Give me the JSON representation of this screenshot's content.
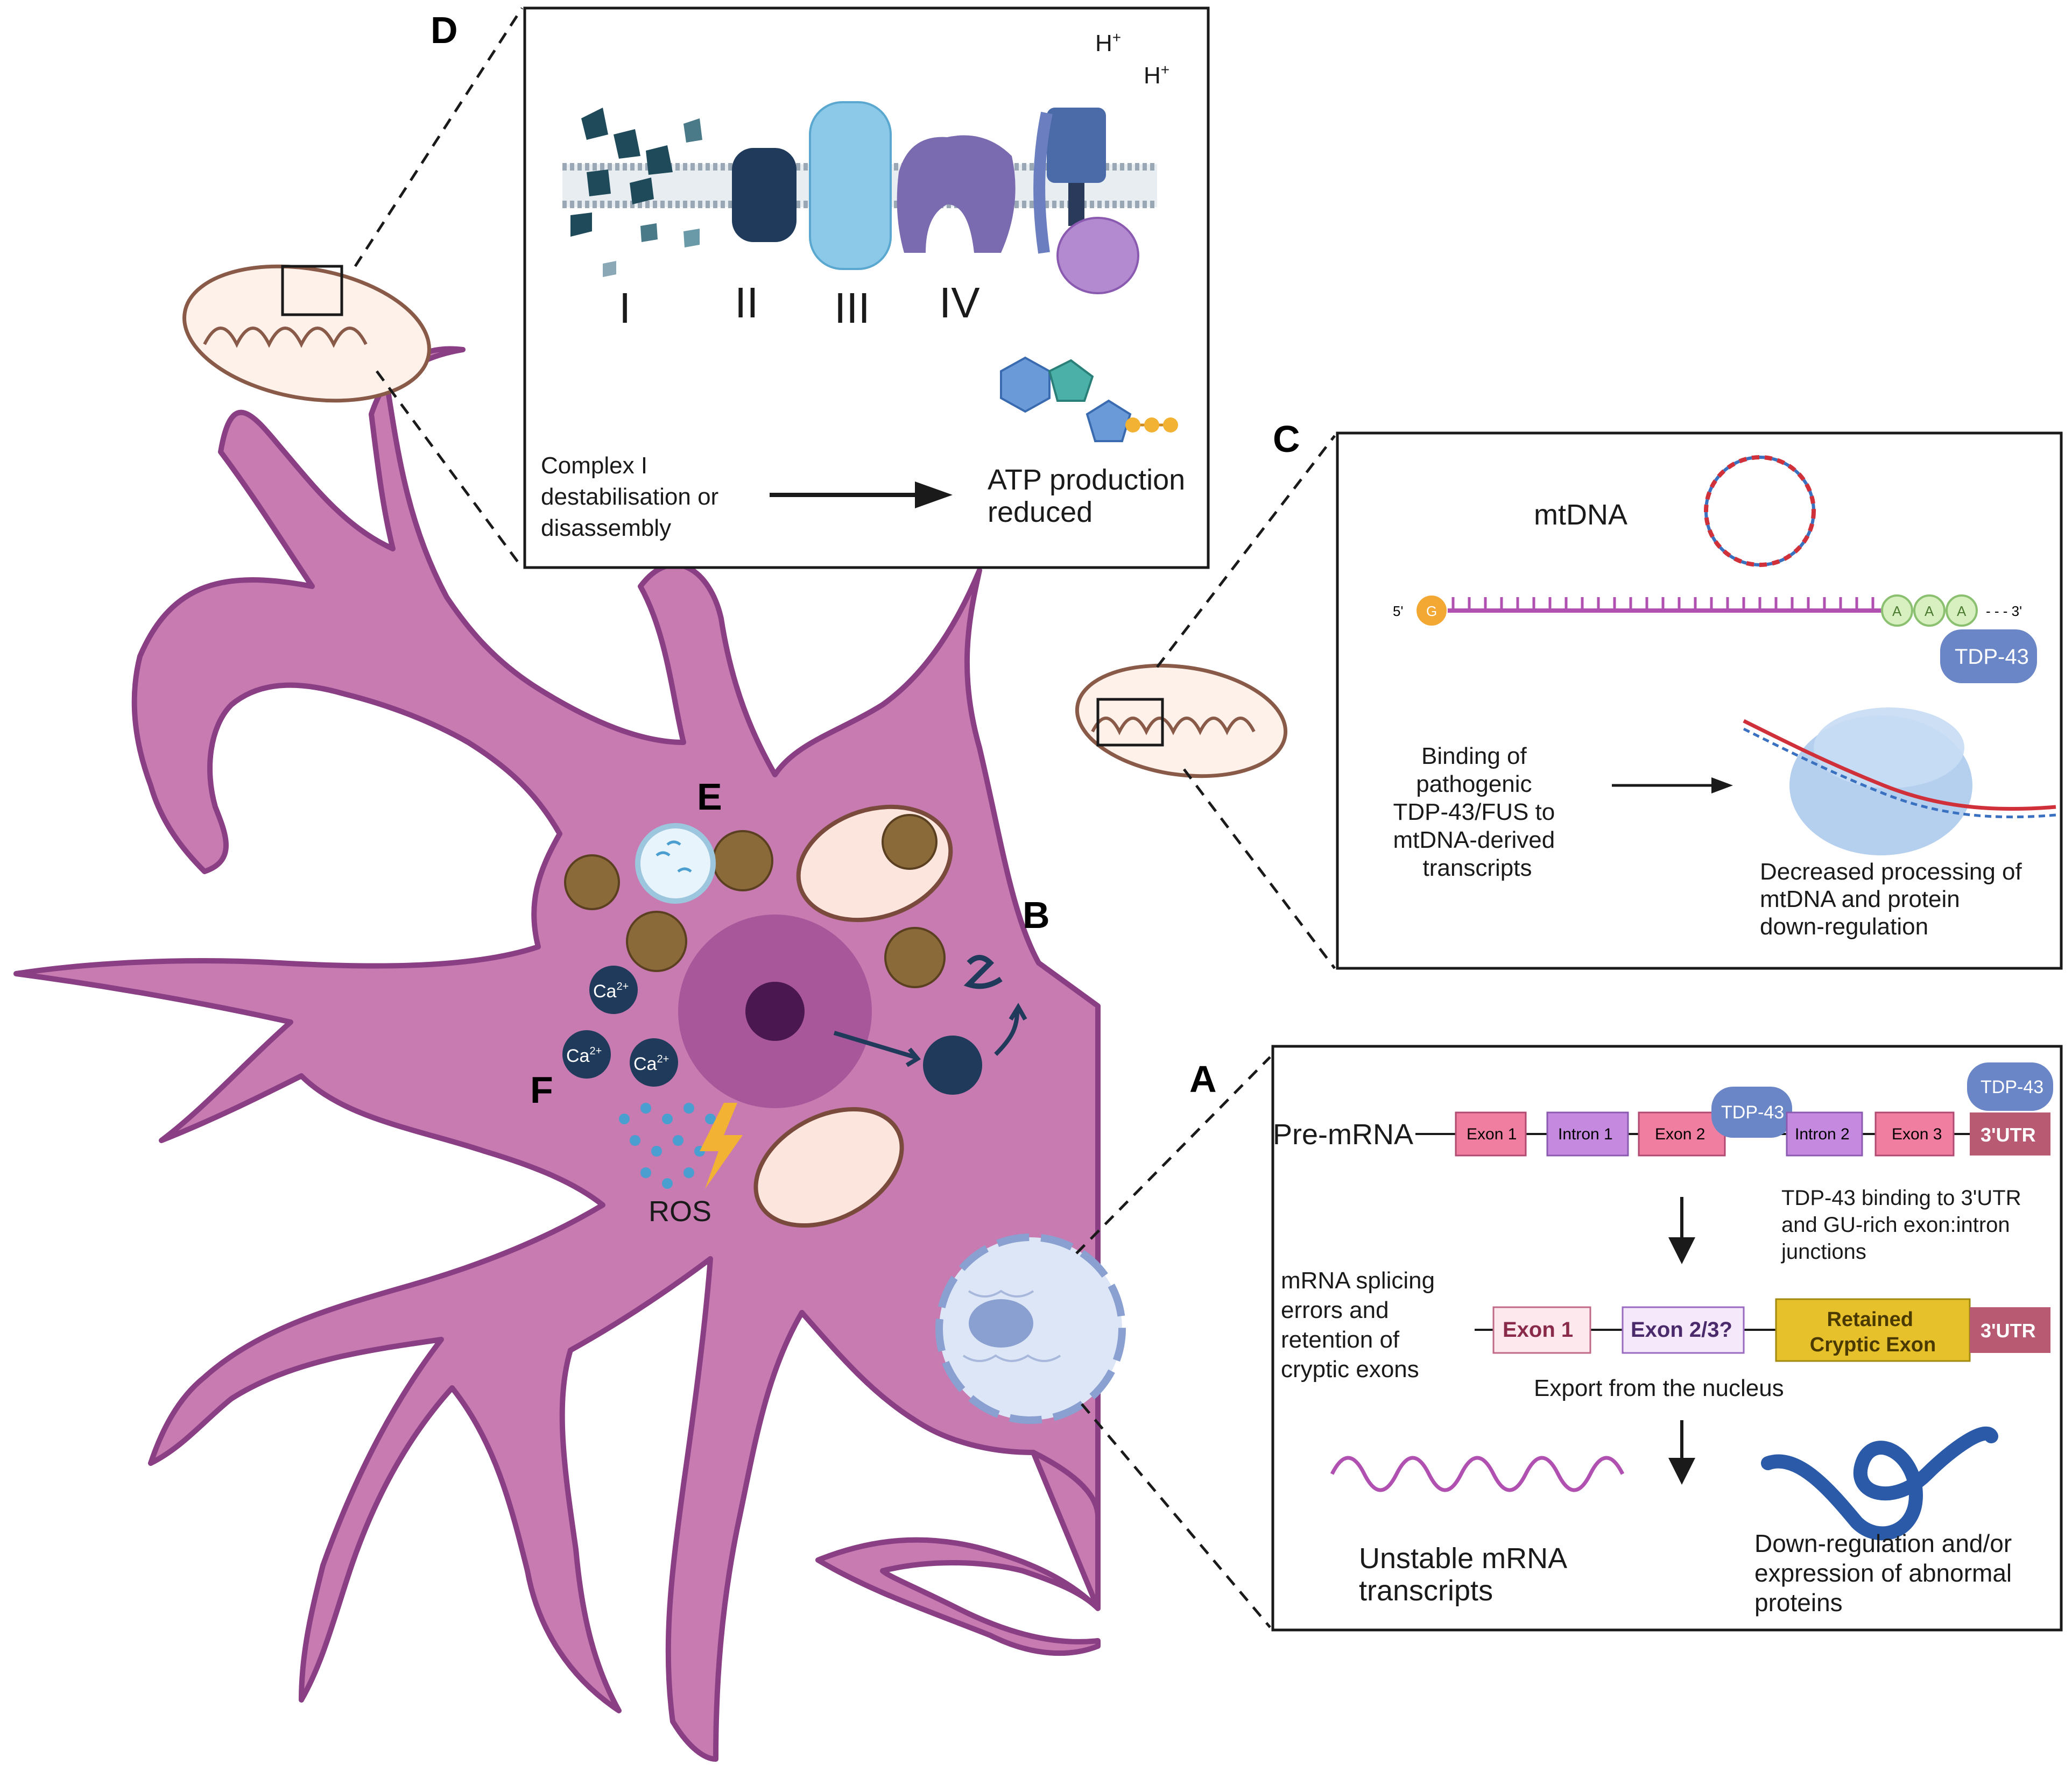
{
  "panels": {
    "A": {
      "letter": "A",
      "pre_mrna": "Pre-mRNA",
      "exon1": "Exon 1",
      "intron1": "Intron 1",
      "exon2": "Exon 2",
      "intron2": "Intron 2",
      "exon3": "Exon 3",
      "utr": "3'UTR",
      "tdp_a": "TDP-43",
      "tdp_b": "TDP-43",
      "binding_note": [
        "TDP-43 binding to 3'UTR",
        "and GU-rich exon:intron",
        "junctions"
      ],
      "splicing_note": [
        "mRNA splicing",
        "errors and",
        "retention of",
        "cryptic exons"
      ],
      "mature_exon1": "Exon 1",
      "mature_exon23": "Exon 2/3?",
      "cryptic": [
        "Retained",
        "Cryptic Exon"
      ],
      "mature_utr": "3'UTR",
      "export": "Export from the nucleus",
      "unstable": [
        "Unstable mRNA",
        "transcripts"
      ],
      "downreg": [
        "Down-regulation and/or",
        "expression of abnormal",
        "proteins"
      ]
    },
    "B": {
      "letter": "B"
    },
    "C": {
      "letter": "C",
      "mtdna": "mtDNA",
      "five": "5'",
      "three": "- - - 3'",
      "cap": "G",
      "polyA": [
        "A",
        "A",
        "A"
      ],
      "tdp": "TDP-43",
      "binding": [
        "Binding of",
        "pathogenic",
        "TDP-43/FUS to",
        "mtDNA-derived",
        "transcripts"
      ],
      "decreased": [
        "Decreased processing of",
        "mtDNA and protein",
        "down-regulation"
      ]
    },
    "D": {
      "letter": "D",
      "romans": [
        "I",
        "II",
        "III",
        "IV"
      ],
      "proton": "H",
      "plus": "+",
      "complex": [
        "Complex I",
        "destabilisation or",
        "disassembly"
      ],
      "atp": [
        "ATP production",
        "reduced"
      ]
    },
    "E": {
      "letter": "E"
    },
    "F": {
      "letter": "F",
      "ca": "Ca",
      "ca_sup": "2+",
      "ros": "ROS"
    }
  },
  "colors": {
    "neuron": "#c77bb0",
    "neuron_outline": "#8a3f85",
    "exon": "#f07ea0",
    "intron": "#c58ae0",
    "tdp": "#6b86c7",
    "utr": "#b85a72",
    "cryptic": "#e6c12c",
    "complex_dark": "#1f3a5a",
    "complex_light": "#8cc8e8",
    "complex_purple": "#7a6ab0"
  }
}
